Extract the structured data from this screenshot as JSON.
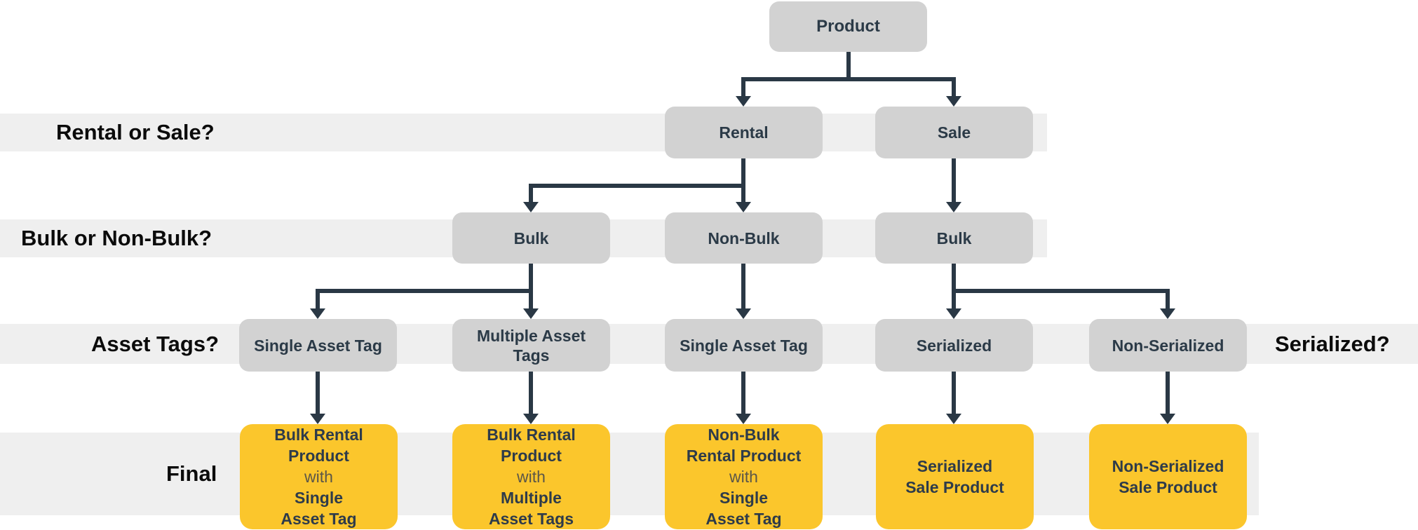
{
  "diagram": {
    "root": {
      "label": "Product"
    },
    "questions": {
      "rental_or_sale": "Rental or Sale?",
      "bulk_or_nonbulk": "Bulk or Non-Bulk?",
      "asset_tags": "Asset Tags?",
      "serialized": "Serialized?",
      "final": "Final"
    },
    "level1": [
      {
        "label": "Rental"
      },
      {
        "label": "Sale"
      }
    ],
    "level2": [
      {
        "label": "Bulk"
      },
      {
        "label": "Non-Bulk"
      },
      {
        "label": "Bulk"
      }
    ],
    "level3": [
      {
        "label": "Single Asset Tag"
      },
      {
        "label": "Multiple Asset Tags"
      },
      {
        "label": "Single Asset Tag"
      },
      {
        "label": "Serialized"
      },
      {
        "label": "Non-Serialized"
      }
    ],
    "finals": [
      {
        "lines": [
          "Bulk Rental",
          "Product",
          "with",
          "Single",
          "Asset Tag"
        ]
      },
      {
        "lines": [
          "Bulk Rental",
          "Product",
          "with",
          "Multiple",
          "Asset Tags"
        ]
      },
      {
        "lines": [
          "Non-Bulk",
          "Rental Product",
          "with",
          "Single",
          "Asset Tag"
        ]
      },
      {
        "lines": [
          "Serialized",
          "Sale Product"
        ]
      },
      {
        "lines": [
          "Non-Serialized",
          "Sale Product"
        ]
      }
    ],
    "colors": {
      "band": "#EFEFEF",
      "node_fill": "#D2D2D2",
      "final_fill": "#FBC62C",
      "connector": "#2A3845",
      "question_text": "#0B0B0B",
      "node_text": "#2B3A47",
      "with_text": "#5B5648"
    }
  }
}
